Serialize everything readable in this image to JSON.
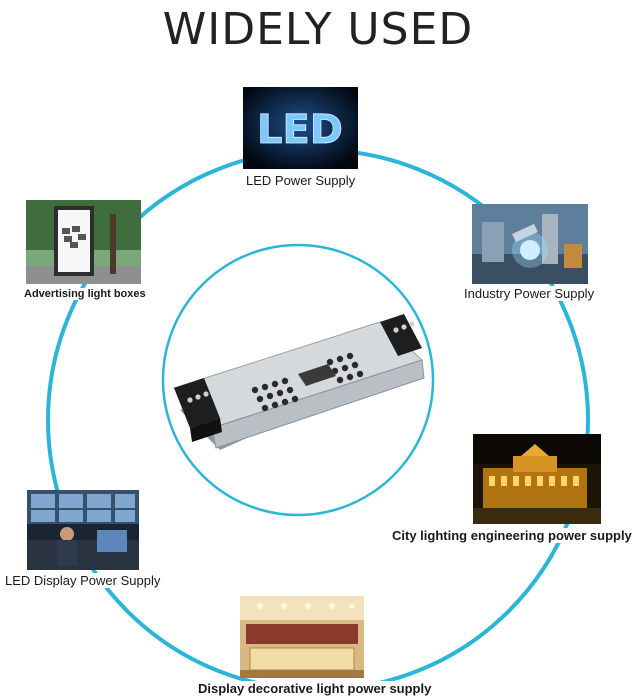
{
  "title": "WIDELY USED",
  "colors": {
    "ring": "#2bb5d6",
    "title": "#222222"
  },
  "uses": [
    {
      "id": "led",
      "label": "LED Power Supply",
      "image_text": "LED"
    },
    {
      "id": "industry",
      "label": "Industry Power Supply"
    },
    {
      "id": "city",
      "label": "City lighting engineering power supply"
    },
    {
      "id": "display-decor",
      "label": "Display decorative light power supply"
    },
    {
      "id": "led-display",
      "label": "LED Display Power Supply"
    },
    {
      "id": "advertising",
      "label": "Advertising light boxes"
    }
  ],
  "product": {
    "icon": "power-supply-unit-icon"
  }
}
